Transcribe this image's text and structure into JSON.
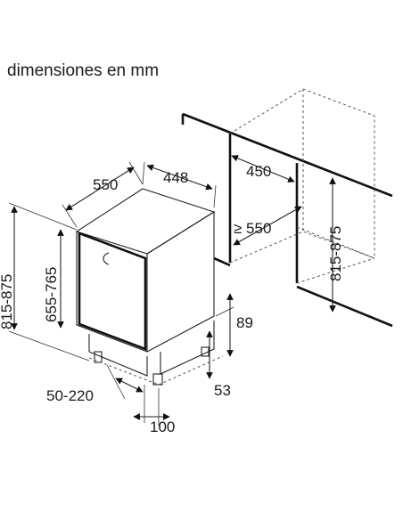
{
  "title": "dimensiones en mm",
  "dimensions": {
    "width": "550",
    "depth": "448",
    "niche_width": "450",
    "niche_depth": "≥ 550",
    "niche_height": "815-875",
    "height": "815-875",
    "door_height": "655-765",
    "plinth_height": "89",
    "plinth_recess": "53",
    "plinth_range": "50-220",
    "foot_depth": "100"
  }
}
